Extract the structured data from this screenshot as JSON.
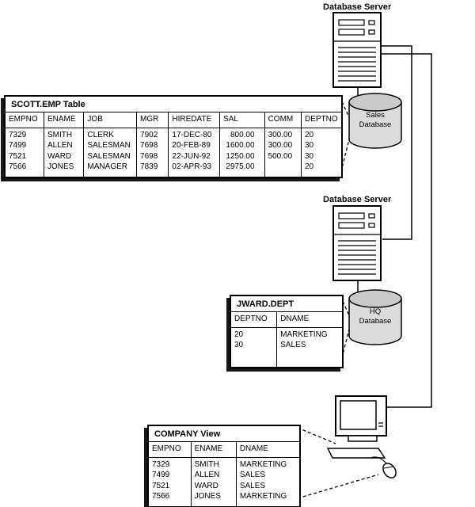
{
  "diagram": {
    "top_server_label": "Database Server",
    "mid_server_label": "Database Server",
    "sales_db_label": "Sales\nDatabase",
    "hq_db_label": "HQ\nDatabase"
  },
  "tables": {
    "scott_emp": {
      "title": "SCOTT.EMP Table",
      "headers": [
        "EMPNO",
        "ENAME",
        "JOB",
        "MGR",
        "HIREDATE",
        "SAL",
        "COMM",
        "DEPTNO"
      ],
      "rows": [
        [
          "7329",
          "SMITH",
          "CLERK",
          "7902",
          "17-DEC-80",
          "800.00",
          "300.00",
          "20"
        ],
        [
          "7499",
          "ALLEN",
          "SALESMAN",
          "7698",
          "20-FEB-89",
          "1600.00",
          "300.00",
          "30"
        ],
        [
          "7521",
          "WARD",
          "SALESMAN",
          "7698",
          "22-JUN-92",
          "1250.00",
          "500.00",
          "30"
        ],
        [
          "7566",
          "JONES",
          "MANAGER",
          "7839",
          "02-APR-93",
          "2975.00",
          "",
          "20"
        ]
      ]
    },
    "jward_dept": {
      "title": "JWARD.DEPT",
      "headers": [
        "DEPTNO",
        "DNAME"
      ],
      "rows": [
        [
          "20",
          "MARKETING"
        ],
        [
          "30",
          "SALES"
        ]
      ]
    },
    "company_view": {
      "title": "COMPANY View",
      "headers": [
        "EMPNO",
        "ENAME",
        "DNAME"
      ],
      "rows": [
        [
          "7329",
          "SMITH",
          "MARKETING"
        ],
        [
          "7499",
          "ALLEN",
          "SALES"
        ],
        [
          "7521",
          "WARD",
          "SALES"
        ],
        [
          "7566",
          "JONES",
          "MARKETING"
        ]
      ]
    }
  },
  "icons": {
    "server": "server-tower-icon",
    "database": "database-cylinder-icon",
    "workstation": "desktop-computer-icon",
    "mouse": "mouse-icon"
  },
  "colors": {
    "line": "#000000",
    "background": "#ffffff",
    "cylinder_body": "#dcdcdc",
    "cylinder_top": "#c9c9c9",
    "shadow": "#161616"
  }
}
